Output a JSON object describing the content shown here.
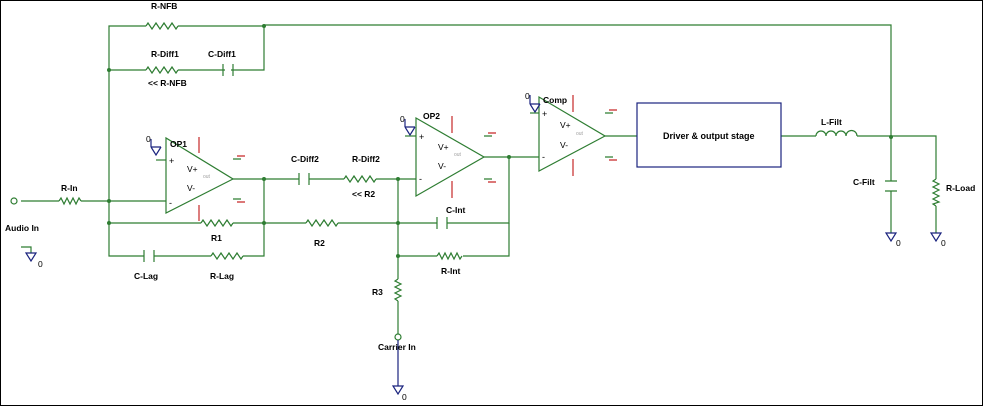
{
  "labels": {
    "r_nfb": "R-NFB",
    "r_diff1": "R-Diff1",
    "c_diff1": "C-Diff1",
    "r_nfb_note": "<< R-NFB",
    "op1": "OP1",
    "op2": "OP2",
    "comp": "Comp",
    "c_diff2": "C-Diff2",
    "r_diff2": "R-Diff2",
    "r2_note": "<< R2",
    "r_in": "R-In",
    "audio_in": "Audio In",
    "r1": "R1",
    "r2": "R2",
    "c_int": "C-Int",
    "r_int": "R-Int",
    "c_lag": "C-Lag",
    "r_lag": "R-Lag",
    "r3": "R3",
    "carrier_in": "Carrier In",
    "driver": "Driver & output stage",
    "l_filt": "L-Filt",
    "c_filt": "C-Filt",
    "r_load": "R-Load",
    "zero": "0",
    "vplus": "V+",
    "vminus": "V-",
    "plus": "+",
    "minus": "-",
    "out_tag": "out"
  },
  "colors": {
    "wire": "#2e7d32",
    "dot": "#2e7d32",
    "ground": "#1a237e",
    "power_pin": "#c62828",
    "text": "#000000"
  }
}
